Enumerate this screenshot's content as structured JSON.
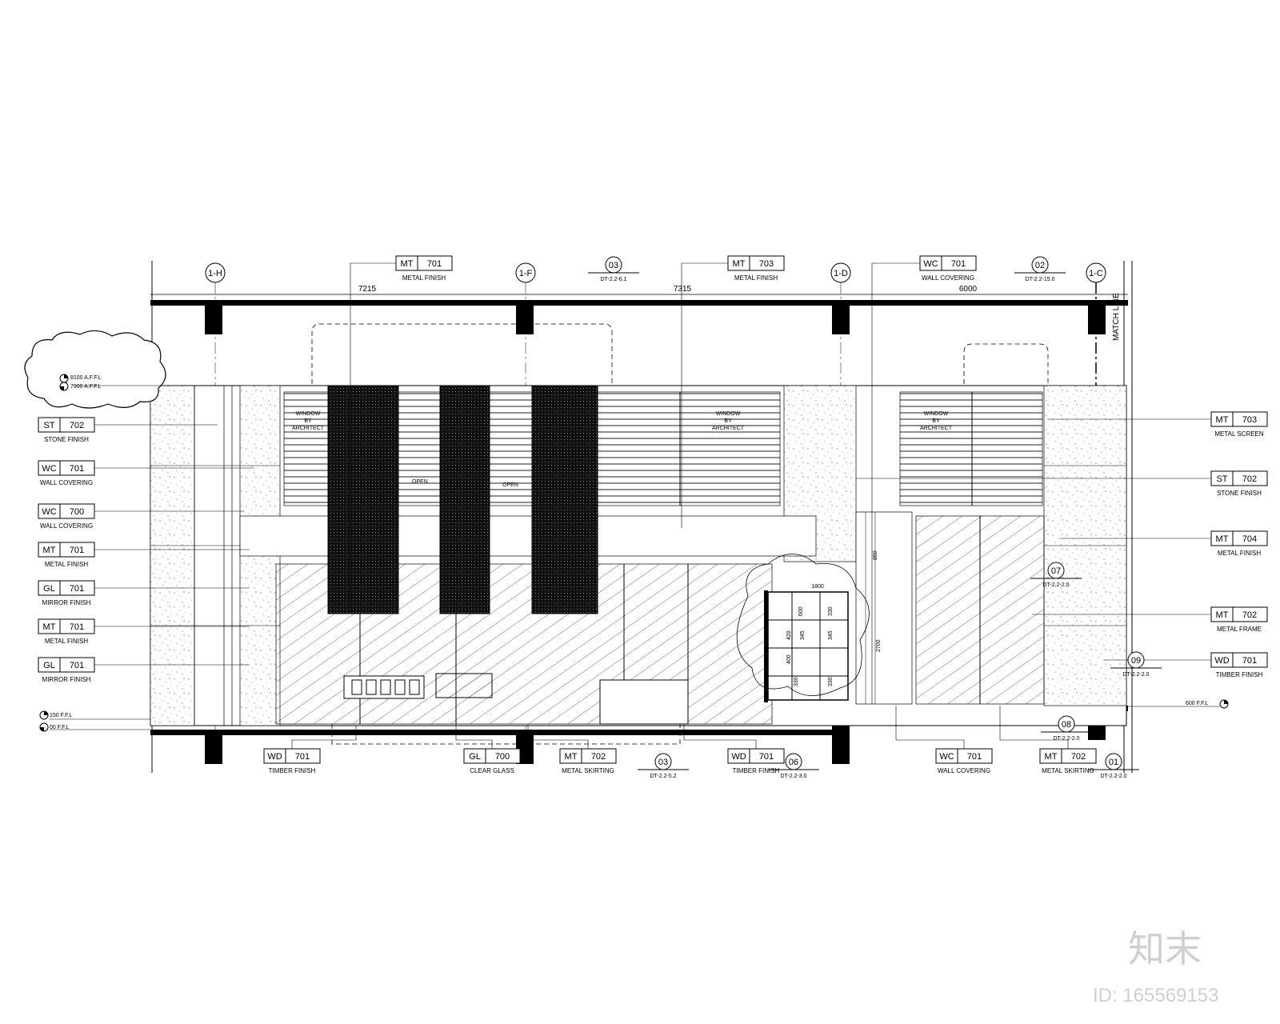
{
  "grid_markers": [
    {
      "id": "1-H"
    },
    {
      "id": "1-F"
    },
    {
      "id": "1-D"
    },
    {
      "id": "1-C"
    }
  ],
  "dimensions": {
    "d1": "7215",
    "d2": "7315",
    "d3": "6000",
    "d4": "1800",
    "d5": "2700",
    "d6": "850"
  },
  "match_line": "MATCH LINE",
  "levels": {
    "l8100": "8100 A.F.F.L",
    "l7900": "7900 A.F.F.L",
    "l150": "150 F.F.L",
    "l00": "00 F.F.L",
    "l600": "600 F.F.L"
  },
  "window_note": [
    "WINDOW",
    "BY",
    "ARCHITECT"
  ],
  "open_label": "OPEN",
  "top_tags": [
    {
      "code": "MT",
      "num": "701",
      "caption": "METAL FINISH"
    },
    {
      "code": "MT",
      "num": "703",
      "caption": "METAL FINISH"
    },
    {
      "code": "WC",
      "num": "701",
      "caption": "WALL COVERING"
    }
  ],
  "left_tags": [
    {
      "code": "ST",
      "num": "702",
      "caption": "STONE FINISH"
    },
    {
      "code": "WC",
      "num": "701",
      "caption": "WALL COVERING"
    },
    {
      "code": "WC",
      "num": "700",
      "caption": "WALL COVERING"
    },
    {
      "code": "MT",
      "num": "701",
      "caption": "METAL FINISH"
    },
    {
      "code": "GL",
      "num": "701",
      "caption": "MIRROR FINISH"
    },
    {
      "code": "MT",
      "num": "701",
      "caption": "METAL FINISH"
    },
    {
      "code": "GL",
      "num": "701",
      "caption": "MIRROR FINISH"
    }
  ],
  "right_tags": [
    {
      "code": "MT",
      "num": "703",
      "caption": "METAL SCREEN"
    },
    {
      "code": "ST",
      "num": "702",
      "caption": "STONE FINISH"
    },
    {
      "code": "MT",
      "num": "704",
      "caption": "METAL FINISH"
    },
    {
      "code": "MT",
      "num": "702",
      "caption": "METAL FRAME"
    },
    {
      "code": "WD",
      "num": "701",
      "caption": "TIMBER FINISH"
    }
  ],
  "bottom_tags": [
    {
      "code": "WD",
      "num": "701",
      "caption": "TIMBER FINISH"
    },
    {
      "code": "GL",
      "num": "700",
      "caption": "CLEAR GLASS"
    },
    {
      "code": "MT",
      "num": "702",
      "caption": "METAL SKIRTING"
    },
    {
      "code": "WD",
      "num": "701",
      "caption": "TIMBER FINISH"
    },
    {
      "code": "WC",
      "num": "701",
      "caption": "WALL COVERING"
    },
    {
      "code": "MT",
      "num": "702",
      "caption": "METAL SKIRTING"
    }
  ],
  "detail_refs": [
    {
      "num": "03",
      "ref": "DT-2.2-6.1"
    },
    {
      "num": "02",
      "ref": "DT-2.2-15.0"
    },
    {
      "num": "07",
      "ref": "DT-2.2-2.0"
    },
    {
      "num": "09",
      "ref": "DT-2.2-2.0"
    },
    {
      "num": "03",
      "ref": "DT-2.2-5.2"
    },
    {
      "num": "06",
      "ref": "DT-2.2-3.0"
    },
    {
      "num": "08",
      "ref": "DT-2.2-2.0"
    },
    {
      "num": "01",
      "ref": "DT-2.2-2.0"
    }
  ],
  "shelf_dims": [
    "600",
    "420",
    "400",
    "330",
    "345",
    "330",
    "345",
    "330"
  ],
  "watermark": {
    "logo": "知末",
    "id": "ID: 165569153"
  }
}
